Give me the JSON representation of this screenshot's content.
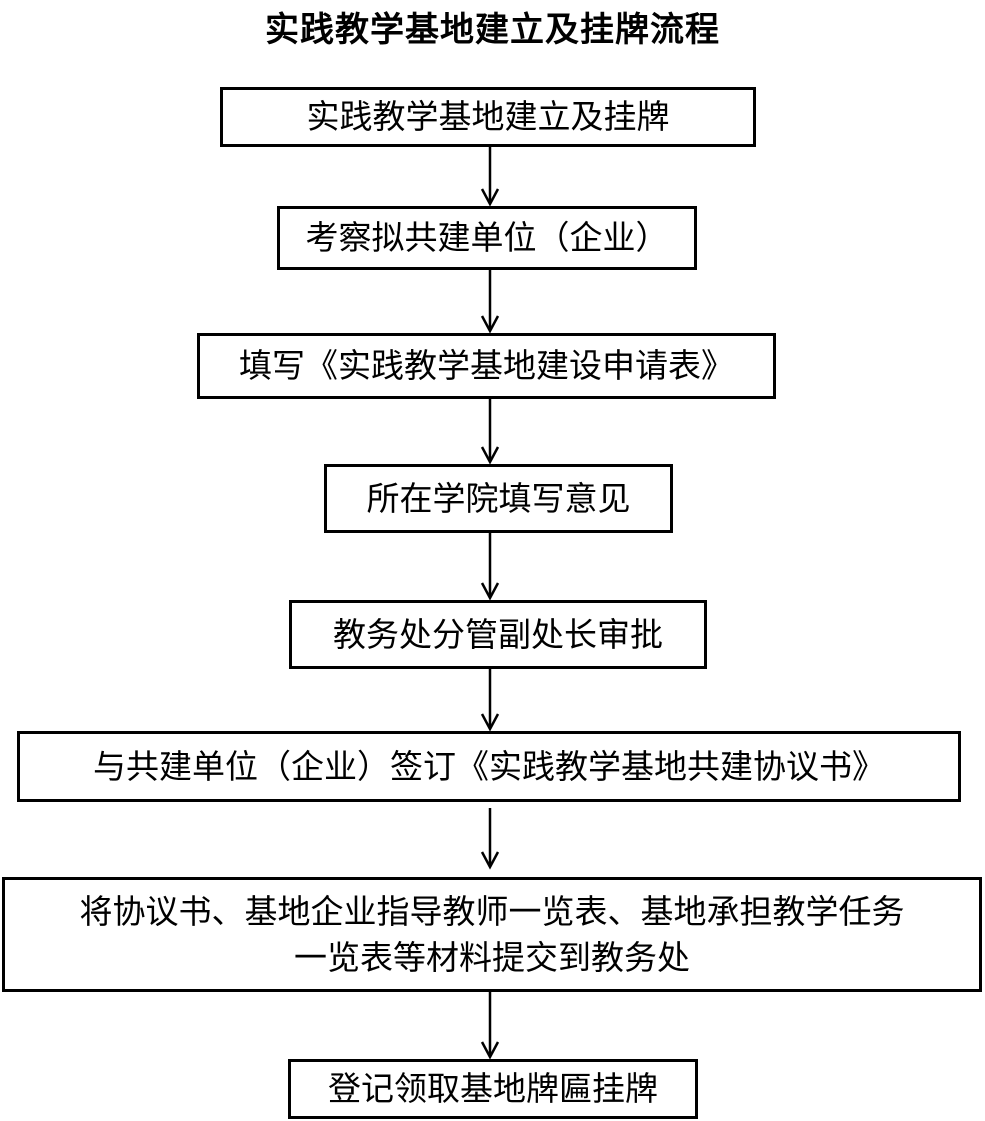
{
  "title": "实践教学基地建立及挂牌流程",
  "steps": [
    "实践教学基地建立及挂牌",
    "考察拟共建单位（企业）",
    "填写《实践教学基地建设申请表》",
    "所在学院填写意见",
    "教务处分管副处长审批",
    "与共建单位（企业）签订《实践教学基地共建协议书》",
    "将协议书、基地企业指导教师一览表、基地承担教学任务\n一览表等材料提交到教务处",
    "登记领取基地牌匾挂牌"
  ]
}
